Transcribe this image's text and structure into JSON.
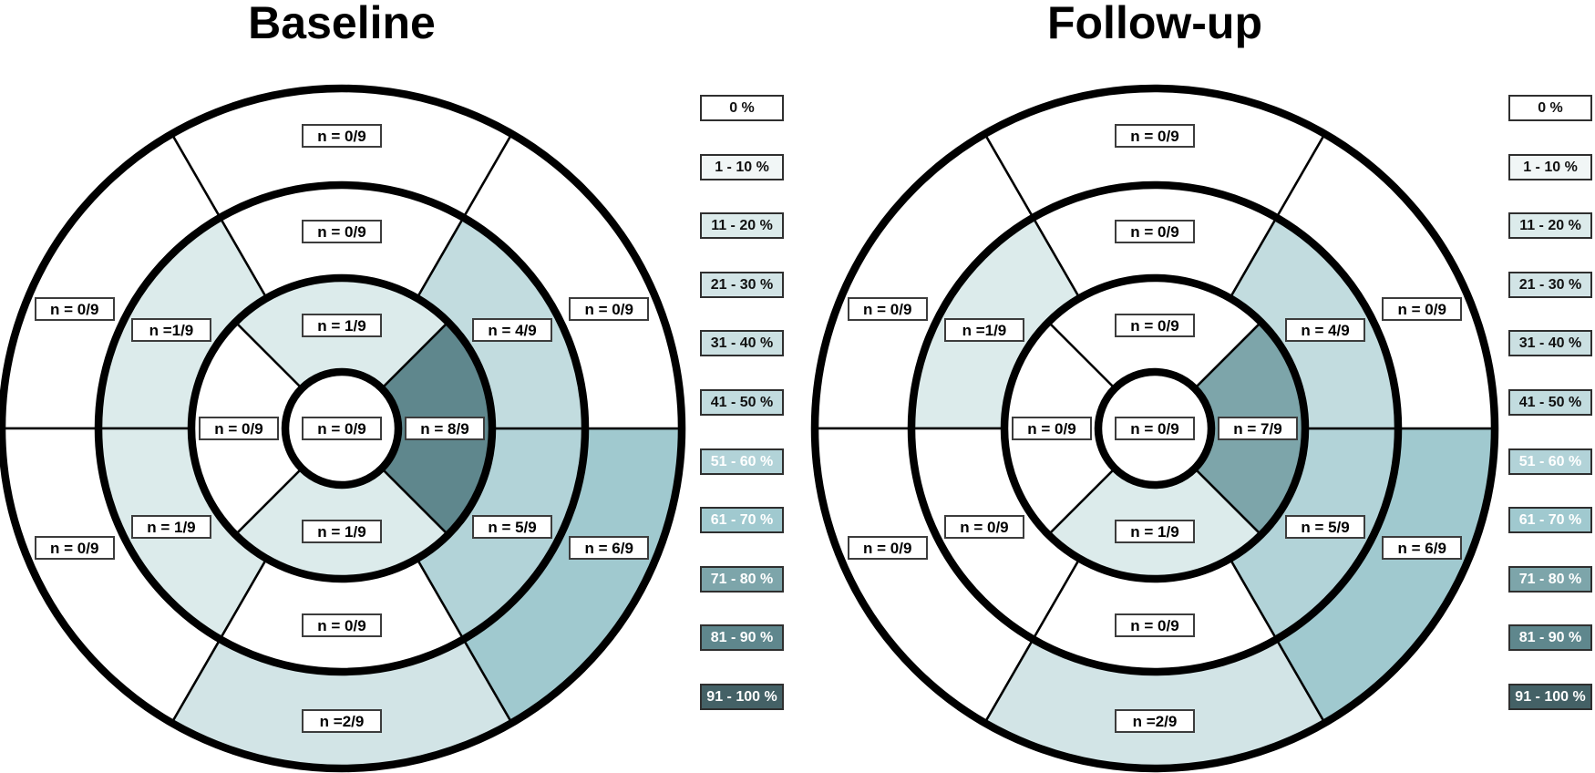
{
  "figure": {
    "background": "#ffffff"
  },
  "legend": {
    "entries": [
      {
        "label": "0 %",
        "color": "#ffffff",
        "text": "#111111"
      },
      {
        "label": "1 - 10 %",
        "color": "#f1f6f6",
        "text": "#111111"
      },
      {
        "label": "11 - 20 %",
        "color": "#dcebeb",
        "text": "#111111"
      },
      {
        "label": "21 - 30 %",
        "color": "#d2e4e6",
        "text": "#111111"
      },
      {
        "label": "31 - 40 %",
        "color": "#cbe0e2",
        "text": "#111111"
      },
      {
        "label": "41 - 50 %",
        "color": "#c2dcdf",
        "text": "#111111"
      },
      {
        "label": "51 - 60 %",
        "color": "#b2d3d8",
        "text": "#ffffff"
      },
      {
        "label": "61 - 70 %",
        "color": "#a0c9cf",
        "text": "#ffffff"
      },
      {
        "label": "71 - 80 %",
        "color": "#7da5aa",
        "text": "#ffffff"
      },
      {
        "label": "81 - 90 %",
        "color": "#5f878d",
        "text": "#ffffff"
      },
      {
        "label": "91 - 100 %",
        "color": "#446166",
        "text": "#ffffff"
      }
    ]
  },
  "chart_data": [
    {
      "type": "bullseye",
      "title": "Baseline",
      "rings": [
        "outer",
        "middle",
        "inner",
        "apex"
      ],
      "segments": [
        {
          "ring": "outer",
          "position": "top",
          "label": "n = 0/9",
          "n": 0,
          "total": 9,
          "bin": 0
        },
        {
          "ring": "outer",
          "position": "upper-left",
          "label": "n = 0/9",
          "n": 0,
          "total": 9,
          "bin": 0
        },
        {
          "ring": "outer",
          "position": "lower-left",
          "label": "n = 0/9",
          "n": 0,
          "total": 9,
          "bin": 0
        },
        {
          "ring": "outer",
          "position": "bottom",
          "label": "n =2/9",
          "n": 2,
          "total": 9,
          "bin": 3
        },
        {
          "ring": "outer",
          "position": "lower-right",
          "label": "n = 6/9",
          "n": 6,
          "total": 9,
          "bin": 7
        },
        {
          "ring": "outer",
          "position": "upper-right",
          "label": "n = 0/9",
          "n": 0,
          "total": 9,
          "bin": 0
        },
        {
          "ring": "middle",
          "position": "top",
          "label": "n = 0/9",
          "n": 0,
          "total": 9,
          "bin": 0
        },
        {
          "ring": "middle",
          "position": "upper-left",
          "label": "n =1/9",
          "n": 1,
          "total": 9,
          "bin": 2
        },
        {
          "ring": "middle",
          "position": "lower-left",
          "label": "n = 1/9",
          "n": 1,
          "total": 9,
          "bin": 2
        },
        {
          "ring": "middle",
          "position": "bottom",
          "label": "n = 0/9",
          "n": 0,
          "total": 9,
          "bin": 0
        },
        {
          "ring": "middle",
          "position": "lower-right",
          "label": "n = 5/9",
          "n": 5,
          "total": 9,
          "bin": 6
        },
        {
          "ring": "middle",
          "position": "upper-right",
          "label": "n = 4/9",
          "n": 4,
          "total": 9,
          "bin": 5
        },
        {
          "ring": "inner",
          "position": "top",
          "label": "n = 1/9",
          "n": 1,
          "total": 9,
          "bin": 2
        },
        {
          "ring": "inner",
          "position": "left",
          "label": "n = 0/9",
          "n": 0,
          "total": 9,
          "bin": 0
        },
        {
          "ring": "inner",
          "position": "bottom",
          "label": "n = 1/9",
          "n": 1,
          "total": 9,
          "bin": 2
        },
        {
          "ring": "inner",
          "position": "right",
          "label": "n = 8/9",
          "n": 8,
          "total": 9,
          "bin": 9
        },
        {
          "ring": "apex",
          "position": "center",
          "label": "n = 0/9",
          "n": 0,
          "total": 9,
          "bin": 0
        }
      ]
    },
    {
      "type": "bullseye",
      "title": "Follow-up",
      "rings": [
        "outer",
        "middle",
        "inner",
        "apex"
      ],
      "segments": [
        {
          "ring": "outer",
          "position": "top",
          "label": "n = 0/9",
          "n": 0,
          "total": 9,
          "bin": 0
        },
        {
          "ring": "outer",
          "position": "upper-left",
          "label": "n = 0/9",
          "n": 0,
          "total": 9,
          "bin": 0
        },
        {
          "ring": "outer",
          "position": "lower-left",
          "label": "n = 0/9",
          "n": 0,
          "total": 9,
          "bin": 0
        },
        {
          "ring": "outer",
          "position": "bottom",
          "label": "n =2/9",
          "n": 2,
          "total": 9,
          "bin": 3
        },
        {
          "ring": "outer",
          "position": "lower-right",
          "label": "n = 6/9",
          "n": 6,
          "total": 9,
          "bin": 7
        },
        {
          "ring": "outer",
          "position": "upper-right",
          "label": "n = 0/9",
          "n": 0,
          "total": 9,
          "bin": 0
        },
        {
          "ring": "middle",
          "position": "top",
          "label": "n = 0/9",
          "n": 0,
          "total": 9,
          "bin": 0
        },
        {
          "ring": "middle",
          "position": "upper-left",
          "label": "n =1/9",
          "n": 1,
          "total": 9,
          "bin": 2
        },
        {
          "ring": "middle",
          "position": "lower-left",
          "label": "n = 0/9",
          "n": 0,
          "total": 9,
          "bin": 0
        },
        {
          "ring": "middle",
          "position": "bottom",
          "label": "n = 0/9",
          "n": 0,
          "total": 9,
          "bin": 0
        },
        {
          "ring": "middle",
          "position": "lower-right",
          "label": "n = 5/9",
          "n": 5,
          "total": 9,
          "bin": 6
        },
        {
          "ring": "middle",
          "position": "upper-right",
          "label": "n = 4/9",
          "n": 4,
          "total": 9,
          "bin": 5
        },
        {
          "ring": "inner",
          "position": "top",
          "label": "n = 0/9",
          "n": 0,
          "total": 9,
          "bin": 0
        },
        {
          "ring": "inner",
          "position": "left",
          "label": "n = 0/9",
          "n": 0,
          "total": 9,
          "bin": 0
        },
        {
          "ring": "inner",
          "position": "bottom",
          "label": "n = 1/9",
          "n": 1,
          "total": 9,
          "bin": 2
        },
        {
          "ring": "inner",
          "position": "right",
          "label": "n = 7/9",
          "n": 7,
          "total": 9,
          "bin": 8
        },
        {
          "ring": "apex",
          "position": "center",
          "label": "n = 0/9",
          "n": 0,
          "total": 9,
          "bin": 0
        }
      ]
    }
  ]
}
